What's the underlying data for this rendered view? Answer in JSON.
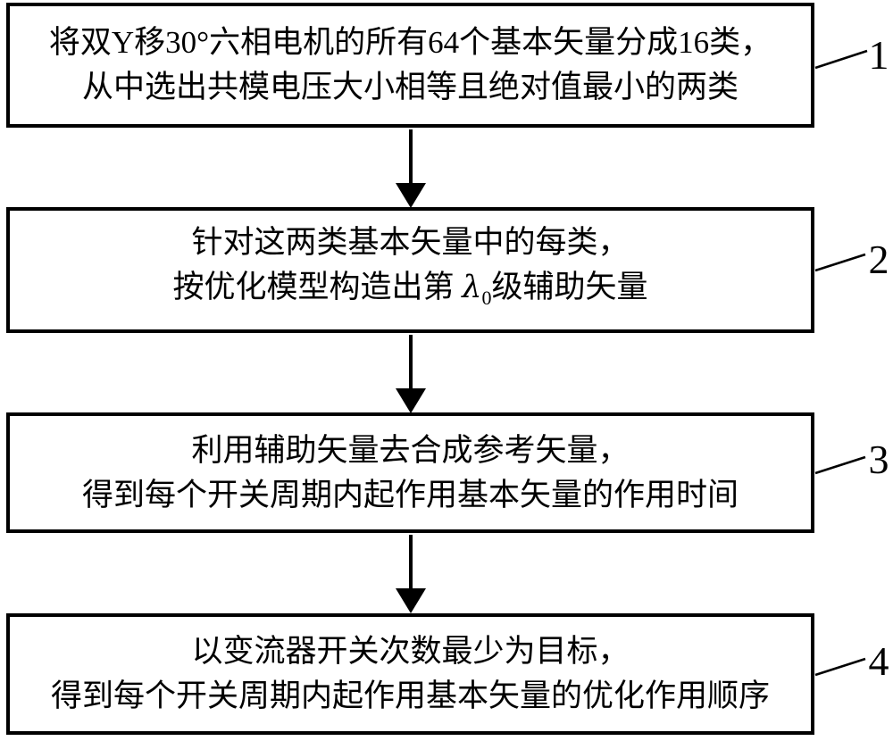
{
  "figure": {
    "type": "flowchart",
    "colors": {
      "stroke": "#000000",
      "background": "#ffffff",
      "text": "#000000"
    },
    "steps": [
      {
        "ref": "1",
        "line1": "将双Y移30°六相电机的所有64个基本矢量分成16类，",
        "line2": "从中选出共模电压大小相等且绝对值最小的两类"
      },
      {
        "ref": "2",
        "line1": "针对这两类基本矢量中的每类，",
        "line2_prefix": "按优化模型构造出第 ",
        "line2_symbol": "λ",
        "line2_subscript": "0",
        "line2_suffix": "级辅助矢量"
      },
      {
        "ref": "3",
        "line1": "利用辅助矢量去合成参考矢量，",
        "line2": "得到每个开关周期内起作用基本矢量的作用时间"
      },
      {
        "ref": "4",
        "line1": "以变流器开关次数最少为目标，",
        "line2": "得到每个开关周期内起作用基本矢量的优化作用顺序"
      }
    ]
  }
}
